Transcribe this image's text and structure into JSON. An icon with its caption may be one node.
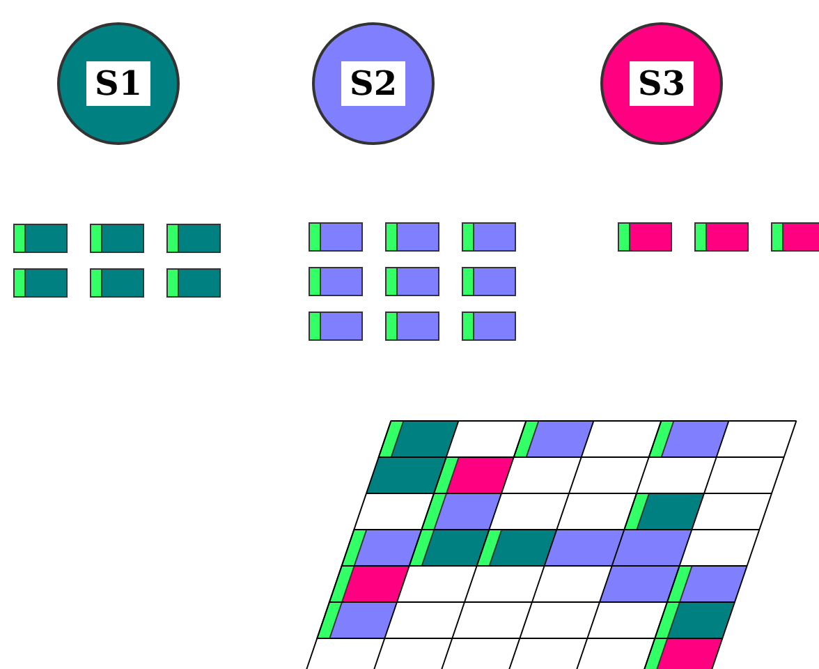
{
  "diagram": {
    "nodes": [
      {
        "text": [
          "S1"
        ]
      },
      {
        "text": [
          "S2"
        ]
      },
      {
        "text": [
          "S3"
        ]
      }
    ]
  }
}
